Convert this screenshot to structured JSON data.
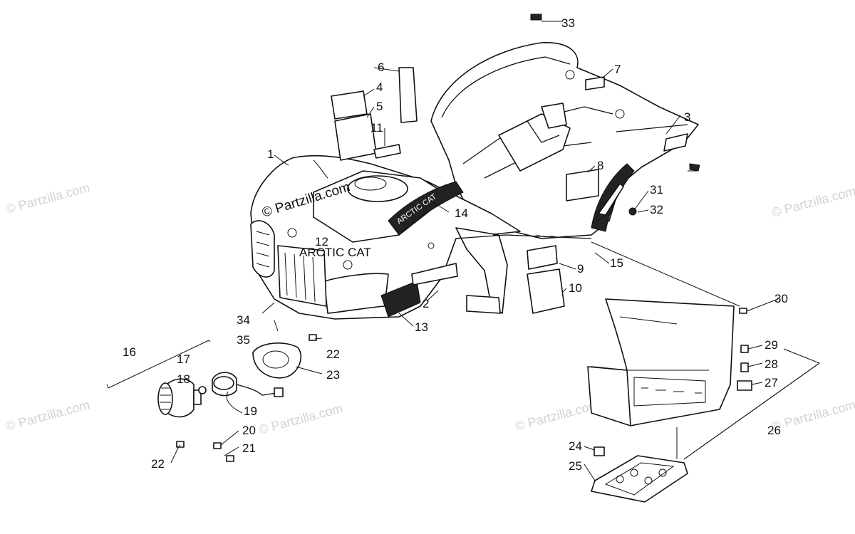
{
  "watermarks": {
    "main": "© Partzilla.com",
    "repeat": "© Partzilla.com"
  },
  "decals": {
    "brand": "ARCTIC CAT"
  },
  "callouts": {
    "c1": "1",
    "c2": "2",
    "c3": "3",
    "c4": "4",
    "c5": "5",
    "c6": "6",
    "c7": "7",
    "c8": "8",
    "c9": "9",
    "c10": "10",
    "c11": "11",
    "c12": "12",
    "c13": "13",
    "c14": "14",
    "c15": "15",
    "c16": "16",
    "c17": "17",
    "c18": "18",
    "c19": "19",
    "c20": "20",
    "c21": "21",
    "c22a": "22",
    "c22b": "22",
    "c23": "23",
    "c24": "24",
    "c25": "25",
    "c26": "26",
    "c27": "27",
    "c28": "28",
    "c29": "29",
    "c30": "30",
    "c31": "31",
    "c32": "32",
    "c33": "33",
    "c34": "34",
    "c35": "35"
  }
}
